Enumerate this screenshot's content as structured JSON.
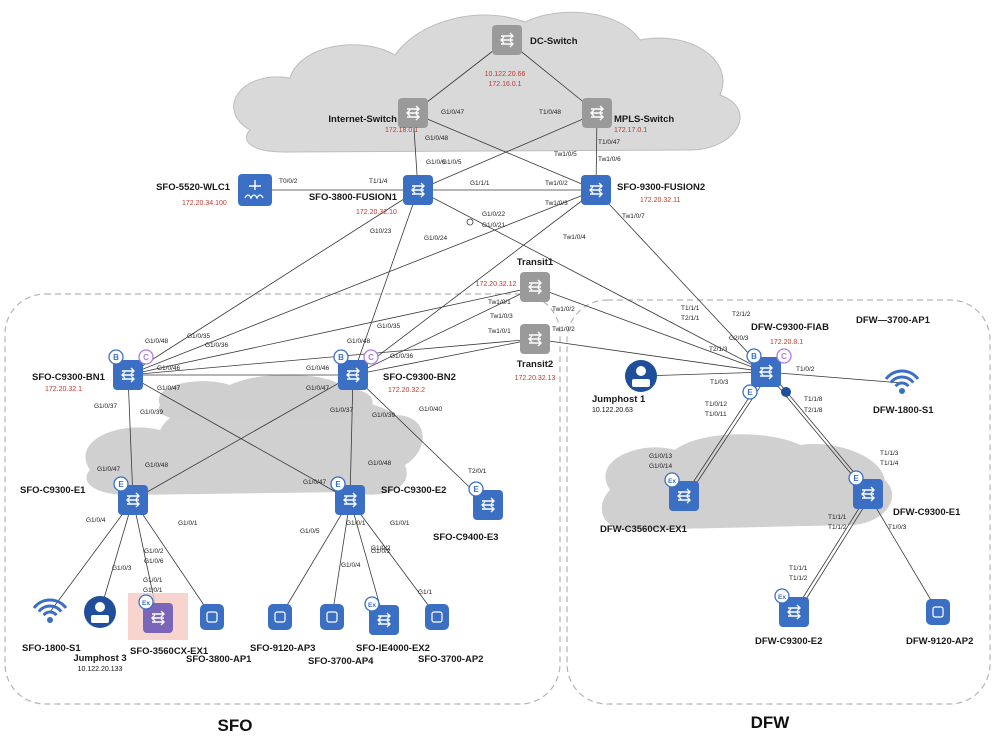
{
  "colors": {
    "switch_blue": "#3b6fc4",
    "switch_gray": "#9a9a9a",
    "ip_red": "#c0392b",
    "role_blue": "#3b6fc4",
    "role_purple": "#b07be0",
    "cloud_gray": "#d9d9d9"
  },
  "sites": {
    "sfo": "SFO",
    "dfw": "DFW"
  },
  "devices": [
    {
      "id": "dc_switch",
      "name": "DC-Switch",
      "ip": "10.122.20.66",
      "ip2": "172.16.0.1",
      "icon": "switch-icon"
    },
    {
      "id": "internet_switch",
      "name": "Internet-Switch",
      "ip": "172.18.0.1",
      "icon": "switch-icon"
    },
    {
      "id": "mpls_switch",
      "name": "MPLS-Switch",
      "ip": "172.17.0.1",
      "icon": "switch-icon"
    },
    {
      "id": "sfo_wlc",
      "name": "SFO-5520-WLC1",
      "ip": "172.20.34.100",
      "icon": "wireless-controller-icon"
    },
    {
      "id": "sfo_fusion1",
      "name": "SFO-3800-FUSION1",
      "ip": "172.20.32.10",
      "icon": "switch-icon"
    },
    {
      "id": "sfo_fusion2",
      "name": "SFO-9300-FUSION2",
      "ip": "172.20.32.11",
      "icon": "switch-icon"
    },
    {
      "id": "transit1",
      "name": "Transit1",
      "ip": "172.20.32.12",
      "icon": "switch-icon"
    },
    {
      "id": "transit2",
      "name": "Transit2",
      "ip": "172.20.32.13",
      "icon": "switch-icon"
    },
    {
      "id": "sfo_bn1",
      "name": "SFO-C9300-BN1",
      "ip": "172.20.32.1",
      "icon": "switch-icon"
    },
    {
      "id": "sfo_bn2",
      "name": "SFO-C9300-BN2",
      "ip": "172.20.32.2",
      "icon": "switch-icon"
    },
    {
      "id": "sfo_e1",
      "name": "SFO-C9300-E1",
      "icon": "switch-icon"
    },
    {
      "id": "sfo_e2",
      "name": "SFO-C9300-E2",
      "icon": "switch-icon"
    },
    {
      "id": "sfo_e3",
      "name": "SFO-C9400-E3",
      "icon": "switch-icon"
    },
    {
      "id": "sfo_1800",
      "name": "SFO-1800-S1",
      "icon": "wifi-icon"
    },
    {
      "id": "jumphost3",
      "name": "Jumphost 3",
      "ip": "10.122.20.133",
      "icon": "user-icon"
    },
    {
      "id": "sfo_3560",
      "name": "SFO-3560CX-EX1",
      "icon": "switch-icon"
    },
    {
      "id": "sfo_3800ap",
      "name": "SFO-3800-AP1",
      "icon": "access-point-icon"
    },
    {
      "id": "sfo_9120ap",
      "name": "SFO-9120-AP3",
      "icon": "access-point-icon"
    },
    {
      "id": "sfo_3700ap4",
      "name": "SFO-3700-AP4",
      "icon": "access-point-icon"
    },
    {
      "id": "sfo_ie4000",
      "name": "SFO-IE4000-EX2",
      "icon": "switch-icon"
    },
    {
      "id": "sfo_3700ap2",
      "name": "SFO-3700-AP2",
      "icon": "access-point-icon"
    },
    {
      "id": "dfw_fiab",
      "name": "DFW-C9300-FIAB",
      "ip": "172.20.8.1",
      "icon": "switch-icon"
    },
    {
      "id": "dfw_3700ap1",
      "name": "DFW—3700-AP1",
      "icon": "access-point-icon"
    },
    {
      "id": "jumphost1",
      "name": "Jumphost 1",
      "ip": "10.122.20.63",
      "icon": "user-icon"
    },
    {
      "id": "dfw_1800",
      "name": "DFW-1800-S1",
      "icon": "wifi-icon"
    },
    {
      "id": "dfw_3560",
      "name": "DFW-C3560CX-EX1",
      "icon": "switch-icon"
    },
    {
      "id": "dfw_e1",
      "name": "DFW-C9300-E1",
      "icon": "switch-icon"
    },
    {
      "id": "dfw_e2",
      "name": "DFW-C9300-E2",
      "icon": "switch-icon"
    },
    {
      "id": "dfw_9120ap2",
      "name": "DFW-9120-AP2",
      "icon": "access-point-icon"
    }
  ],
  "roles": {
    "border": "B",
    "control": "C",
    "edge": "E",
    "extended": "Ex"
  },
  "ports": [
    "G1/0/47",
    "T1/0/48",
    "G1/0/48",
    "T1/0/47",
    "G1/0/6",
    "G1/0/5",
    "Tw1/0/5",
    "Tw1/0/6",
    "T0/0/2",
    "T1/1/4",
    "G1/1/1",
    "Tw1/0/2",
    "Tw1/0/3",
    "Tw1/0/7",
    "G1/0/22",
    "G1/0/21",
    "G10/23",
    "G1/0/24",
    "Tw1/0/4",
    "Tw1/0/1",
    "Tw1/0/2",
    "Tw1/0/3",
    "Tw1/0/1",
    "Tw1/0/2",
    "G1/0/48",
    "G1/0/35",
    "G1/0/36",
    "G1/0/48",
    "G1/0/35",
    "G1/0/36",
    "G1/0/46",
    "G1/0/47",
    "G1/0/46",
    "G1/0/47",
    "G1/0/37",
    "G1/0/39",
    "G1/0/37",
    "G1/0/39",
    "G1/0/40",
    "G1/0/47",
    "G1/0/48",
    "G1/0/47",
    "G1/0/48",
    "T2/0/1",
    "G1/0/4",
    "G1/0/3",
    "G1/0/2",
    "G1/0/6",
    "G1/0/1",
    "G1/0/1",
    "G1/0/2",
    "G1/0/5",
    "G1/0/4",
    "G1/0/2",
    "G1/0/1",
    "G1/1",
    "T1/1/1",
    "T2/1/1",
    "T2/1/2",
    "G2/0/3",
    "T2/1/3",
    "T1/0/3",
    "T1/0/2",
    "T1/0/12",
    "T1/0/11",
    "T1/1/8",
    "T2/1/8",
    "G1/0/13",
    "G1/0/14",
    "T1/1/3",
    "T1/1/4",
    "T1/1/1",
    "T1/1/2",
    "T1/0/3",
    "T1/1/1",
    "T1/1/2"
  ]
}
